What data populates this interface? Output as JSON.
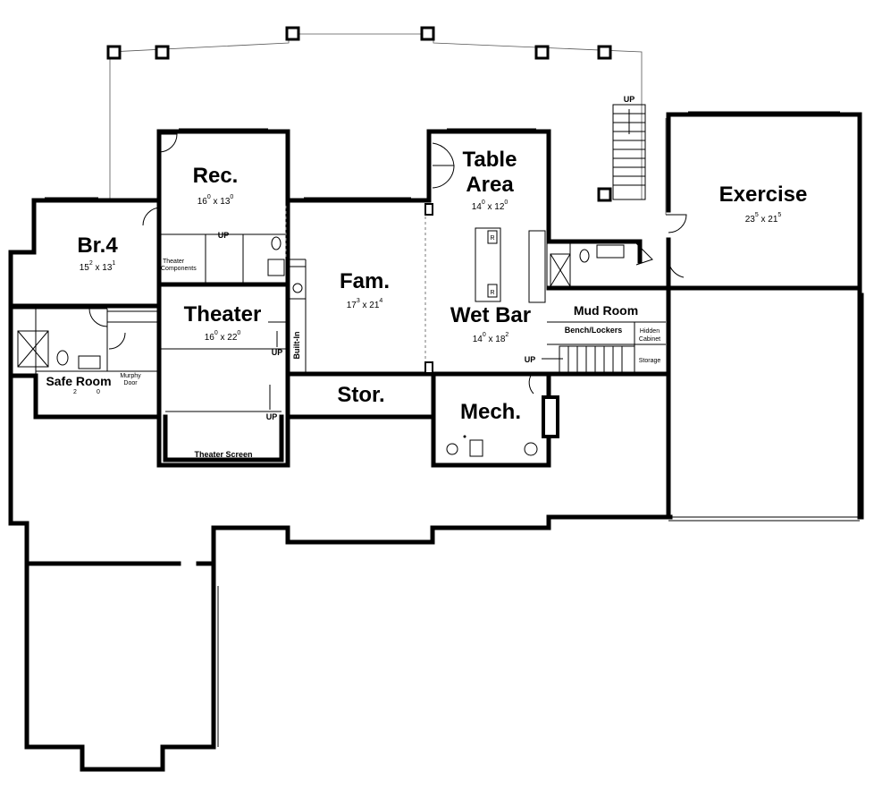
{
  "rooms": {
    "rec": {
      "name": "Rec.",
      "dim_w": "16",
      "dim_w_sup": "0",
      "dim_sep": "x",
      "dim_h": "13",
      "dim_h_sup": "0"
    },
    "br4": {
      "name": "Br.4",
      "dim_w": "15",
      "dim_w_sup": "2",
      "dim_sep": "x",
      "dim_h": "13",
      "dim_h_sup": "1"
    },
    "theater": {
      "name": "Theater",
      "dim_w": "16",
      "dim_w_sup": "0",
      "dim_sep": "x",
      "dim_h": "22",
      "dim_h_sup": "0"
    },
    "fam": {
      "name": "Fam.",
      "dim_w": "17",
      "dim_w_sup": "3",
      "dim_sep": "x",
      "dim_h": "21",
      "dim_h_sup": "4"
    },
    "table_area": {
      "name_line1": "Table",
      "name_line2": "Area",
      "dim_w": "14",
      "dim_w_sup": "0",
      "dim_sep": "x",
      "dim_h": "12",
      "dim_h_sup": "0"
    },
    "wet_bar": {
      "name": "Wet Bar",
      "dim_w": "14",
      "dim_w_sup": "0",
      "dim_sep": "x",
      "dim_h": "18",
      "dim_h_sup": "2"
    },
    "exercise": {
      "name": "Exercise",
      "dim_w": "23",
      "dim_w_sup": "5",
      "dim_sep": "x",
      "dim_h": "21",
      "dim_h_sup": "5"
    },
    "safe_room": {
      "name": "Safe Room",
      "dim_w": "2",
      "dim_h": "0"
    },
    "stor": {
      "name": "Stor."
    },
    "mech": {
      "name": "Mech."
    },
    "mud_room": {
      "name": "Mud Room"
    }
  },
  "labels": {
    "theater_components_1": "Theater",
    "theater_components_2": "Components",
    "theater_screen": "Theater Screen",
    "built_in": "Built-In",
    "murphy_1": "Murphy",
    "murphy_2": "Door",
    "bench_lockers": "Bench/Lockers",
    "hidden_1": "Hidden",
    "hidden_2": "Cabinet",
    "storage": "Storage",
    "fridge_r": "R",
    "up": "UP"
  }
}
